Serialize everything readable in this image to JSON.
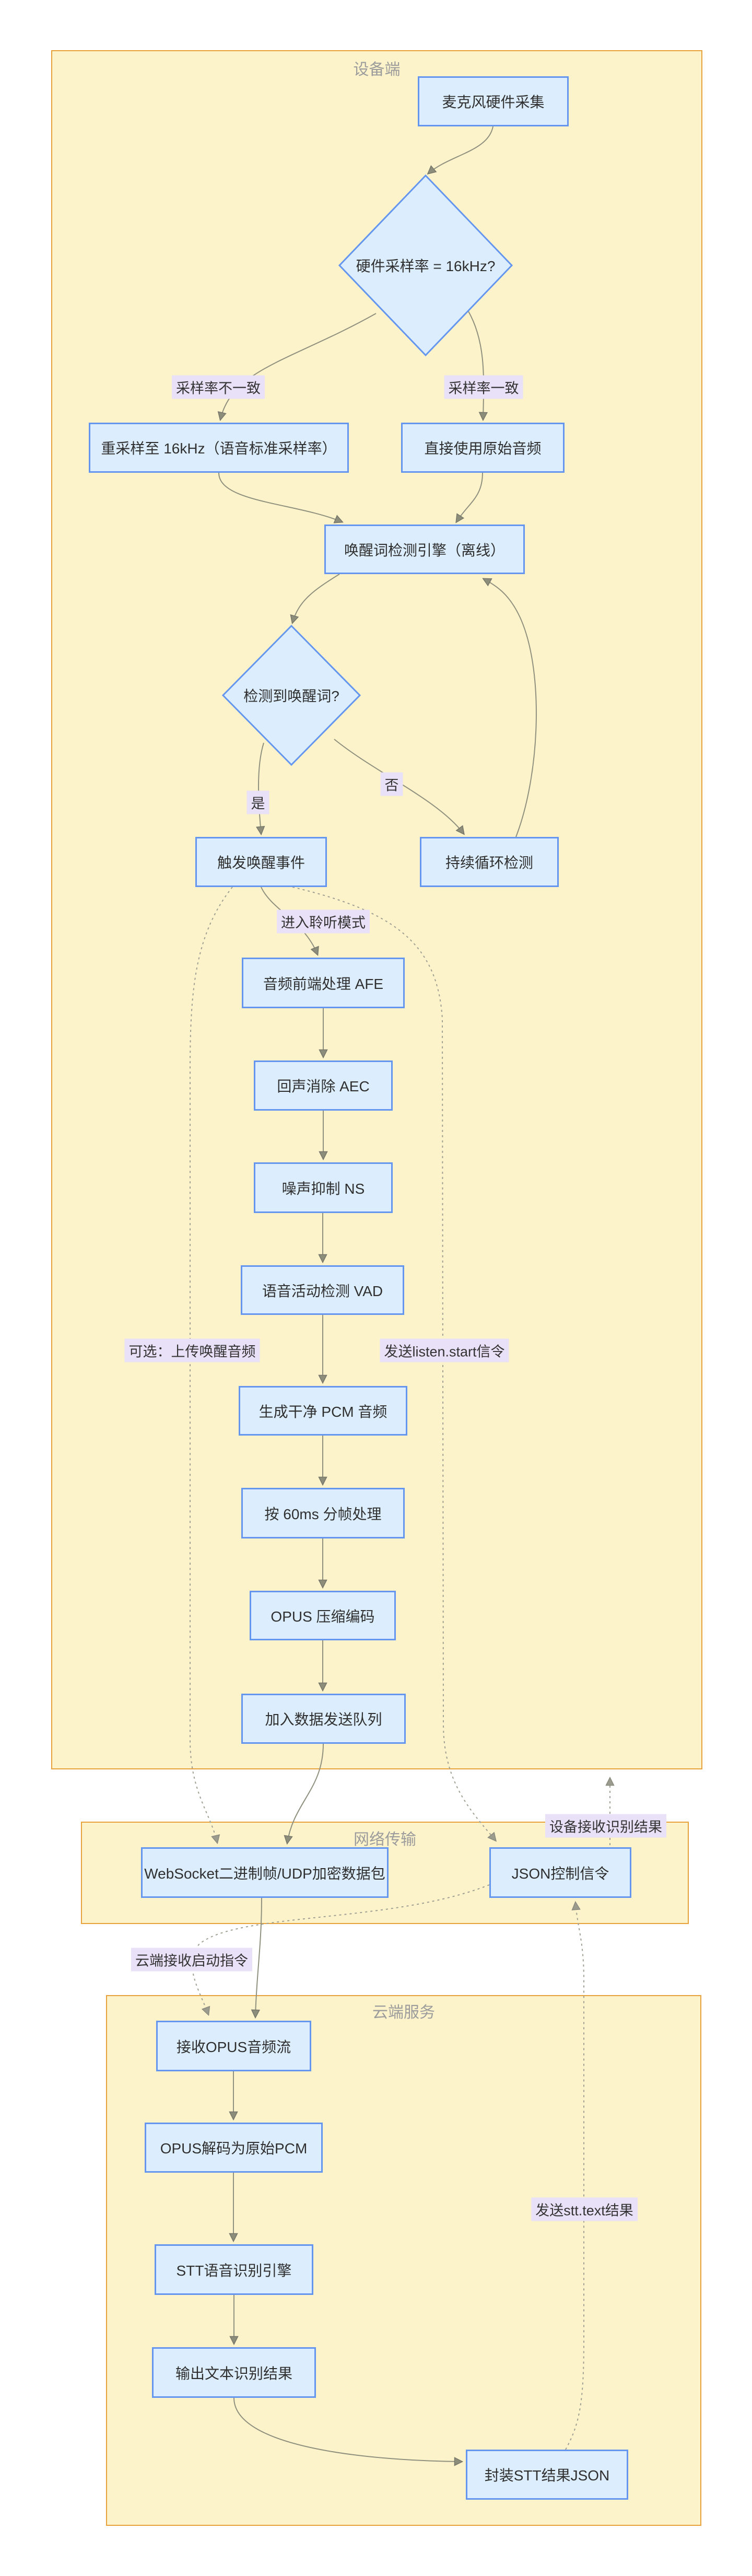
{
  "subgraphs": {
    "device": "设备端",
    "network": "网络传输",
    "cloud": "云端服务"
  },
  "nodes": {
    "mic": "麦克风硬件采集",
    "sr_check": "硬件采样率 = 16kHz?",
    "resample": "重采样至 16kHz（语音标准采样率）",
    "direct": "直接使用原始音频",
    "wake_engine": "唤醒词检测引擎（离线）",
    "wake_check": "检测到唤醒词?",
    "trigger": "触发唤醒事件",
    "loop_detect": "持续循环检测",
    "afe": "音频前端处理 AFE",
    "aec": "回声消除 AEC",
    "ns": "噪声抑制 NS",
    "vad": "语音活动检测 VAD",
    "pcm": "生成干净 PCM 音频",
    "frame": "按 60ms 分帧处理",
    "opus": "OPUS 压缩编码",
    "queue": "加入数据发送队列",
    "websocket": "WebSocket二进制帧/UDP加密数据包",
    "json_signal": "JSON控制信令",
    "recv_opus": "接收OPUS音频流",
    "decode": "OPUS解码为原始PCM",
    "stt": "STT语音识别引擎",
    "text_out": "输出文本识别结果",
    "pack_json": "封装STT结果JSON"
  },
  "edge_labels": {
    "sr_mismatch": "采样率不一致",
    "sr_match": "采样率一致",
    "yes": "是",
    "no": "否",
    "listen_mode": "进入聆听模式",
    "optional_upload": "可选：上传唤醒音频",
    "listen_start": "发送listen.start信令",
    "device_receive": "设备接收识别结果",
    "cloud_start": "云端接收启动指令",
    "stt_result": "发送stt.text结果"
  },
  "colors": {
    "background": "#ffffff",
    "subgraph_fill": "#fcf3ca",
    "subgraph_border": "#e9a23b",
    "subgraph_title": "#9c9c9c",
    "node_fill": "#dceefd",
    "node_border": "#6496f0",
    "node_text": "#2f2f2f",
    "edge_solid": "#90907f",
    "edge_dashed": "#9f9f93",
    "arrowhead": "#8d8d7c",
    "edge_label_bg": "#e9e1f8",
    "edge_label_text": "#333333"
  }
}
